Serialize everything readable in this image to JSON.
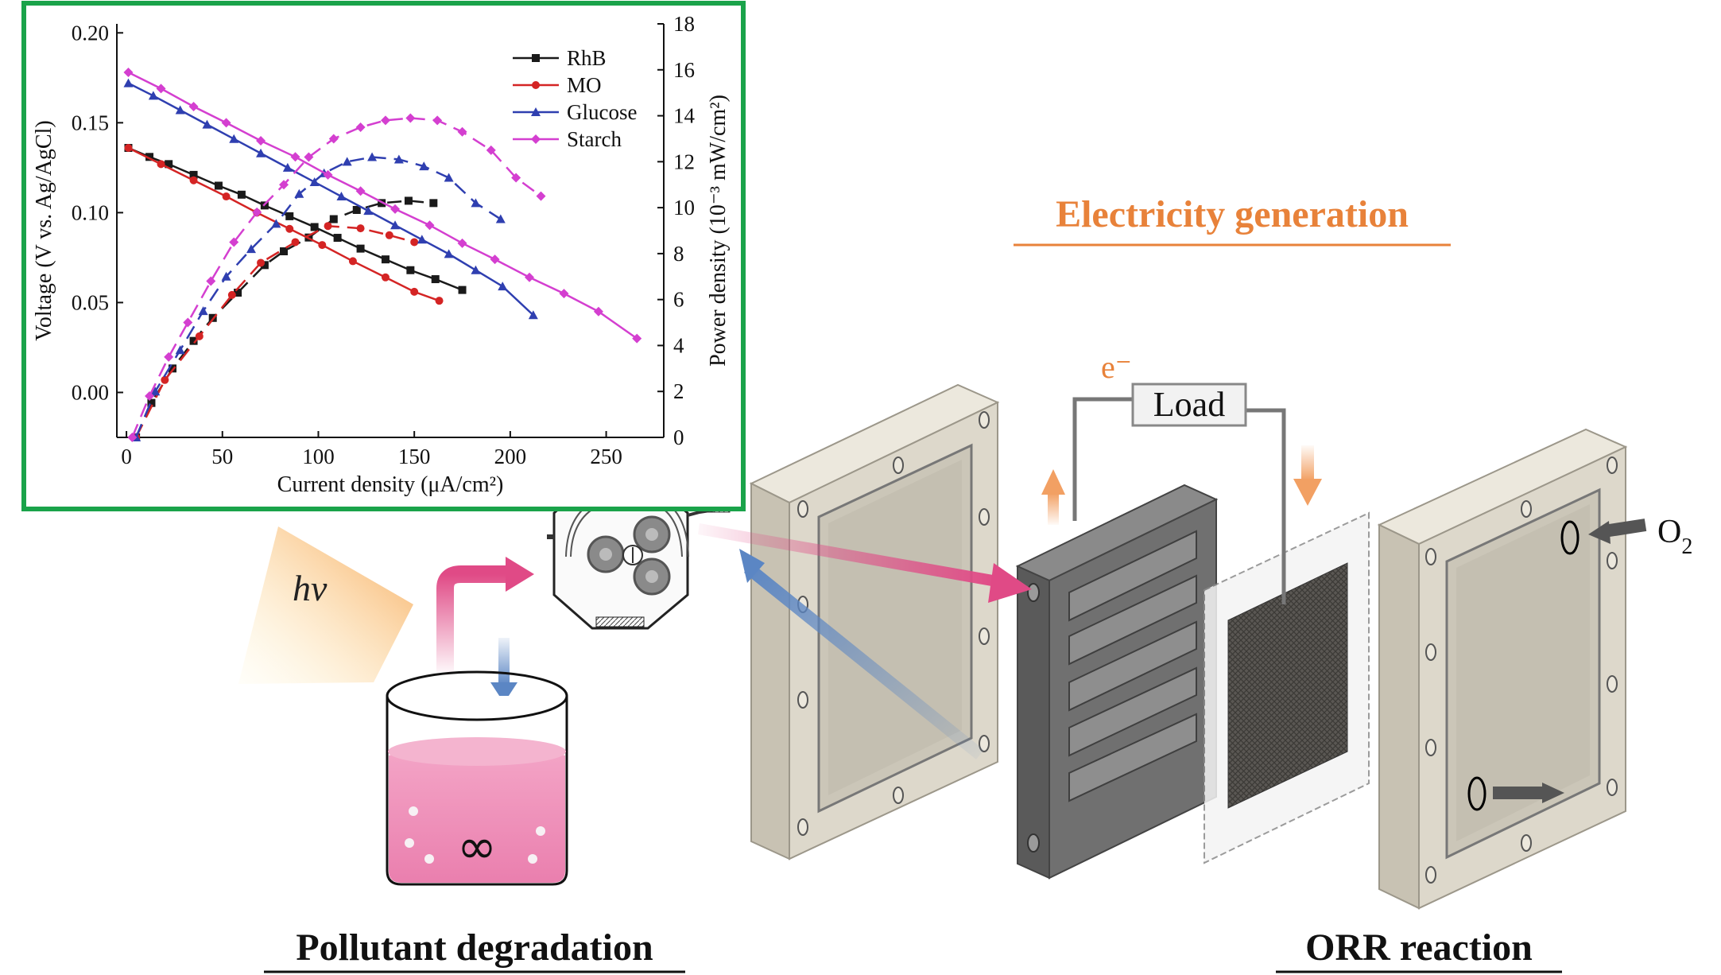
{
  "labels": {
    "electricity_generation": "Electricity generation",
    "pollutant_degradation": "Pollutant degradation",
    "orr_reaction": "ORR reaction",
    "load": "Load",
    "electron": "e⁻",
    "hv": "hv",
    "o2": "O",
    "o2_sub": "2",
    "infinity": "∞"
  },
  "colors": {
    "panel_border": "#1aa34a",
    "title_orange": "#e8823a",
    "pink_arrow": "#e04a86",
    "blue_arrow": "#5b86c4",
    "frame_beige": "#d9d4c7",
    "anode_dark": "#6e6e6e",
    "solution_pink": "#ee8fb7"
  },
  "chart_data": {
    "type": "line",
    "xlabel": "Current density (μA/cm²)",
    "ylabel_left": "Voltage (V vs. Ag/AgCl)",
    "ylabel_right": "Power density (10⁻³ mW/cm²)",
    "xlim": [
      -5,
      280
    ],
    "ylim_left": [
      -0.025,
      0.205
    ],
    "ylim_right": [
      0,
      18
    ],
    "x_ticks": [
      "0",
      "50",
      "100",
      "150",
      "200",
      "250"
    ],
    "y_left_ticks": [
      "0.00",
      "0.05",
      "0.10",
      "0.15",
      "0.20"
    ],
    "y_right_ticks": [
      "0",
      "2",
      "4",
      "6",
      "8",
      "10",
      "12",
      "14",
      "16",
      "18"
    ],
    "legend_position": "top-right",
    "series": [
      {
        "name": "RhB",
        "color": "#1a1a1a",
        "marker": "square",
        "voltage": {
          "x": [
            1,
            12,
            22,
            35,
            48,
            60,
            72,
            85,
            98,
            110,
            122,
            135,
            148,
            161,
            175
          ],
          "y": [
            0.136,
            0.131,
            0.127,
            0.121,
            0.115,
            0.11,
            0.104,
            0.098,
            0.092,
            0.086,
            0.08,
            0.074,
            0.068,
            0.063,
            0.057
          ]
        },
        "power": {
          "x": [
            5,
            13,
            24,
            35,
            45,
            58,
            72,
            82,
            95,
            108,
            120,
            133,
            147,
            160
          ],
          "y": [
            0,
            1.5,
            3,
            4.2,
            5.2,
            6.3,
            7.5,
            8.1,
            8.7,
            9.5,
            9.9,
            10.2,
            10.3,
            10.2
          ]
        }
      },
      {
        "name": "MO",
        "color": "#d42424",
        "marker": "circle",
        "voltage": {
          "x": [
            1,
            18,
            35,
            52,
            68,
            85,
            102,
            118,
            135,
            150,
            163
          ],
          "y": [
            0.136,
            0.127,
            0.118,
            0.109,
            0.1,
            0.091,
            0.082,
            0.073,
            0.064,
            0.056,
            0.051
          ]
        },
        "power": {
          "x": [
            5,
            20,
            38,
            55,
            70,
            88,
            105,
            122,
            137,
            150
          ],
          "y": [
            0,
            2.5,
            4.4,
            6.2,
            7.6,
            8.5,
            9.2,
            9.1,
            8.8,
            8.5
          ]
        }
      },
      {
        "name": "Glucose",
        "color": "#2f3fb0",
        "marker": "triangle",
        "voltage": {
          "x": [
            1,
            14,
            28,
            42,
            56,
            70,
            84,
            98,
            112,
            126,
            140,
            154,
            168,
            182,
            196,
            212
          ],
          "y": [
            0.172,
            0.165,
            0.157,
            0.149,
            0.141,
            0.133,
            0.125,
            0.117,
            0.109,
            0.101,
            0.093,
            0.085,
            0.077,
            0.068,
            0.059,
            0.043
          ]
        },
        "power": {
          "x": [
            5,
            15,
            28,
            40,
            52,
            65,
            78,
            90,
            103,
            115,
            128,
            142,
            155,
            168,
            182,
            195
          ],
          "y": [
            0,
            2,
            3.8,
            5.5,
            7,
            8.2,
            9.3,
            10.6,
            11.5,
            12,
            12.2,
            12.1,
            11.8,
            11.3,
            10.2,
            9.5
          ]
        }
      },
      {
        "name": "Starch",
        "color": "#d43fd0",
        "marker": "diamond",
        "voltage": {
          "x": [
            1,
            18,
            35,
            52,
            70,
            88,
            105,
            122,
            140,
            158,
            175,
            192,
            210,
            228,
            246,
            266
          ],
          "y": [
            0.178,
            0.169,
            0.159,
            0.15,
            0.14,
            0.131,
            0.121,
            0.112,
            0.102,
            0.093,
            0.083,
            0.074,
            0.064,
            0.055,
            0.045,
            0.03
          ]
        },
        "power": {
          "x": [
            3,
            12,
            22,
            32,
            44,
            56,
            68,
            82,
            95,
            108,
            122,
            135,
            148,
            162,
            175,
            190,
            203,
            216
          ],
          "y": [
            0,
            1.8,
            3.5,
            5,
            6.8,
            8.5,
            9.8,
            11,
            12.2,
            13,
            13.5,
            13.8,
            13.9,
            13.8,
            13.3,
            12.5,
            11.3,
            10.5
          ]
        }
      }
    ]
  }
}
